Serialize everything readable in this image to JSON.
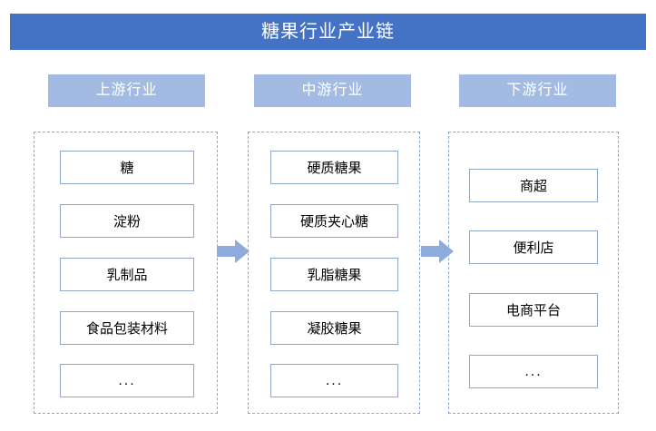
{
  "title": "糖果行业产业链",
  "colors": {
    "banner": "#4472c4",
    "header": "#a3bbe3",
    "border": "#8fa8c8",
    "arrow": "#8faadc"
  },
  "columns": [
    {
      "header": "上游行业",
      "items": [
        "糖",
        "淀粉",
        "乳制品",
        "食品包装材料",
        "..."
      ]
    },
    {
      "header": "中游行业",
      "items": [
        "硬质糖果",
        "硬质夹心糖",
        "乳脂糖果",
        "凝胶糖果",
        "..."
      ]
    },
    {
      "header": "下游行业",
      "items": [
        "商超",
        "便利店",
        "电商平台",
        "..."
      ]
    }
  ],
  "arrows": [
    {
      "name": "upstream-to-midstream"
    },
    {
      "name": "midstream-to-downstream"
    }
  ]
}
